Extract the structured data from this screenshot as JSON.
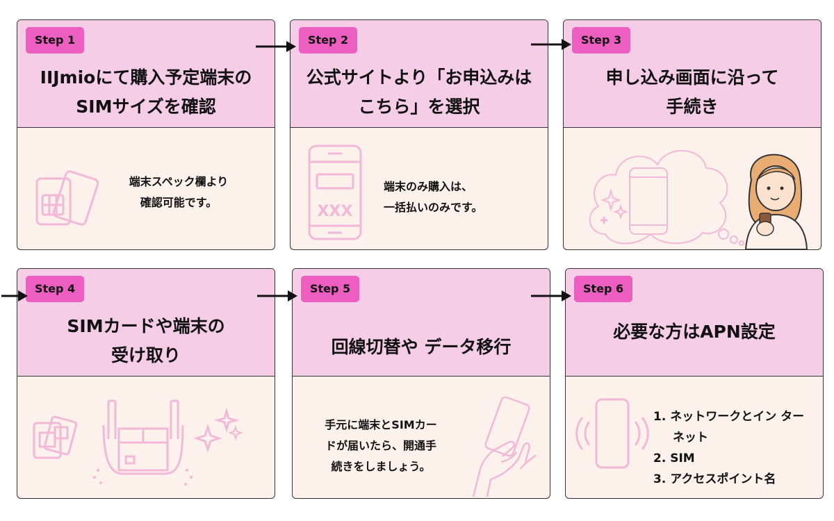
{
  "steps": [
    {
      "badge": "Step 1",
      "title_lines": [
        "IIJmioにて購入予定端末の",
        "SIMサイズを確認"
      ],
      "body_lines": [
        "端末スペック欄より",
        "確認可能です。"
      ]
    },
    {
      "badge": "Step 2",
      "title_lines": [
        "公式サイトより「お申込みは",
        "こちら」を選択"
      ],
      "body_lines": [
        "端末のみ購入は、",
        "一括払いのみです。"
      ],
      "phone_text": "XXX"
    },
    {
      "badge": "Step 3",
      "title_lines": [
        "申し込み画面に沿って",
        "手続き"
      ]
    },
    {
      "badge": "Step 4",
      "title_lines": [
        "SIMカードや端末の",
        "受け取り"
      ]
    },
    {
      "badge": "Step 5",
      "title_lines": [
        "回線切替や データ移行"
      ],
      "body_lines": [
        "手元に端末とSIMカー",
        "ドが届いたら、開通手",
        "続きをしましょう。"
      ]
    },
    {
      "badge": "Step 6",
      "title_lines": [
        "必要な方はAPN設定"
      ],
      "list": [
        "1. ネットワークとイン ターネット",
        "2. SIM",
        "3. アクセスポイント名"
      ]
    }
  ],
  "colors": {
    "header": "#f6cde6",
    "badge": "#ec5fc0",
    "body": "#fdf1ec",
    "line": "#f2b8d8"
  }
}
